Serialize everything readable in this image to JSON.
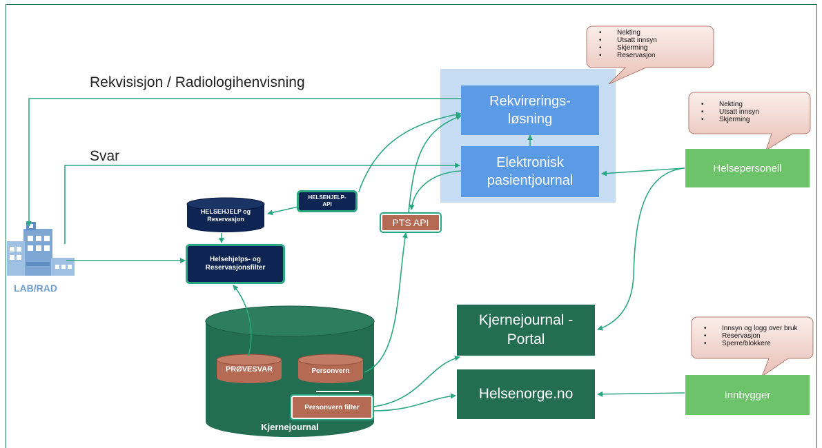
{
  "labels": {
    "rekvisisjon": "Rekvisisjon / Radiologihenvisning",
    "svar": "Svar",
    "lab_rad": "LAB/RAD"
  },
  "boxes": {
    "rekvirering": "Rekvirerings-løsning",
    "epj": "Elektronisk pasientjournal",
    "helsepersonell": "Helsepersonell",
    "kj_portal": "Kjernejournal - Portal",
    "helsenorge": "Helsenorge.no",
    "innbygger": "Innbygger",
    "helsehjelp_api": "HELSEHJELP-API",
    "pts_api": "PTS API",
    "helsehjelp_db": "HELSEHJELP og Reservasjon",
    "filter": "Helsehjelps- og Reservasjonsfilter",
    "kjernejournal": "Kjernejournal",
    "provesvar": "PRØVESVAR",
    "personvern": "Personvern",
    "personvern_filter": "Personvern filter"
  },
  "callouts": {
    "top": [
      "Nekting",
      "Utsatt innsyn",
      "Skjerming",
      "Reservasjon"
    ],
    "right": [
      "Nekting",
      "Utsatt innsyn",
      "Skjerming"
    ],
    "bottom": [
      "Innsyn og logg over bruk",
      "Reservasjon",
      "Sperre/blokkere"
    ]
  },
  "colors": {
    "arrow": "#2aa780",
    "frame": "#1f6b4b",
    "light_blue_panel": "#c6dcf2",
    "blue_box": "#5b9be5",
    "dark_green": "#236e53",
    "light_green": "#6cc36a",
    "navy": "#0e2452",
    "rust": "#b56a53",
    "callout_fill": "#f3d9d4"
  }
}
